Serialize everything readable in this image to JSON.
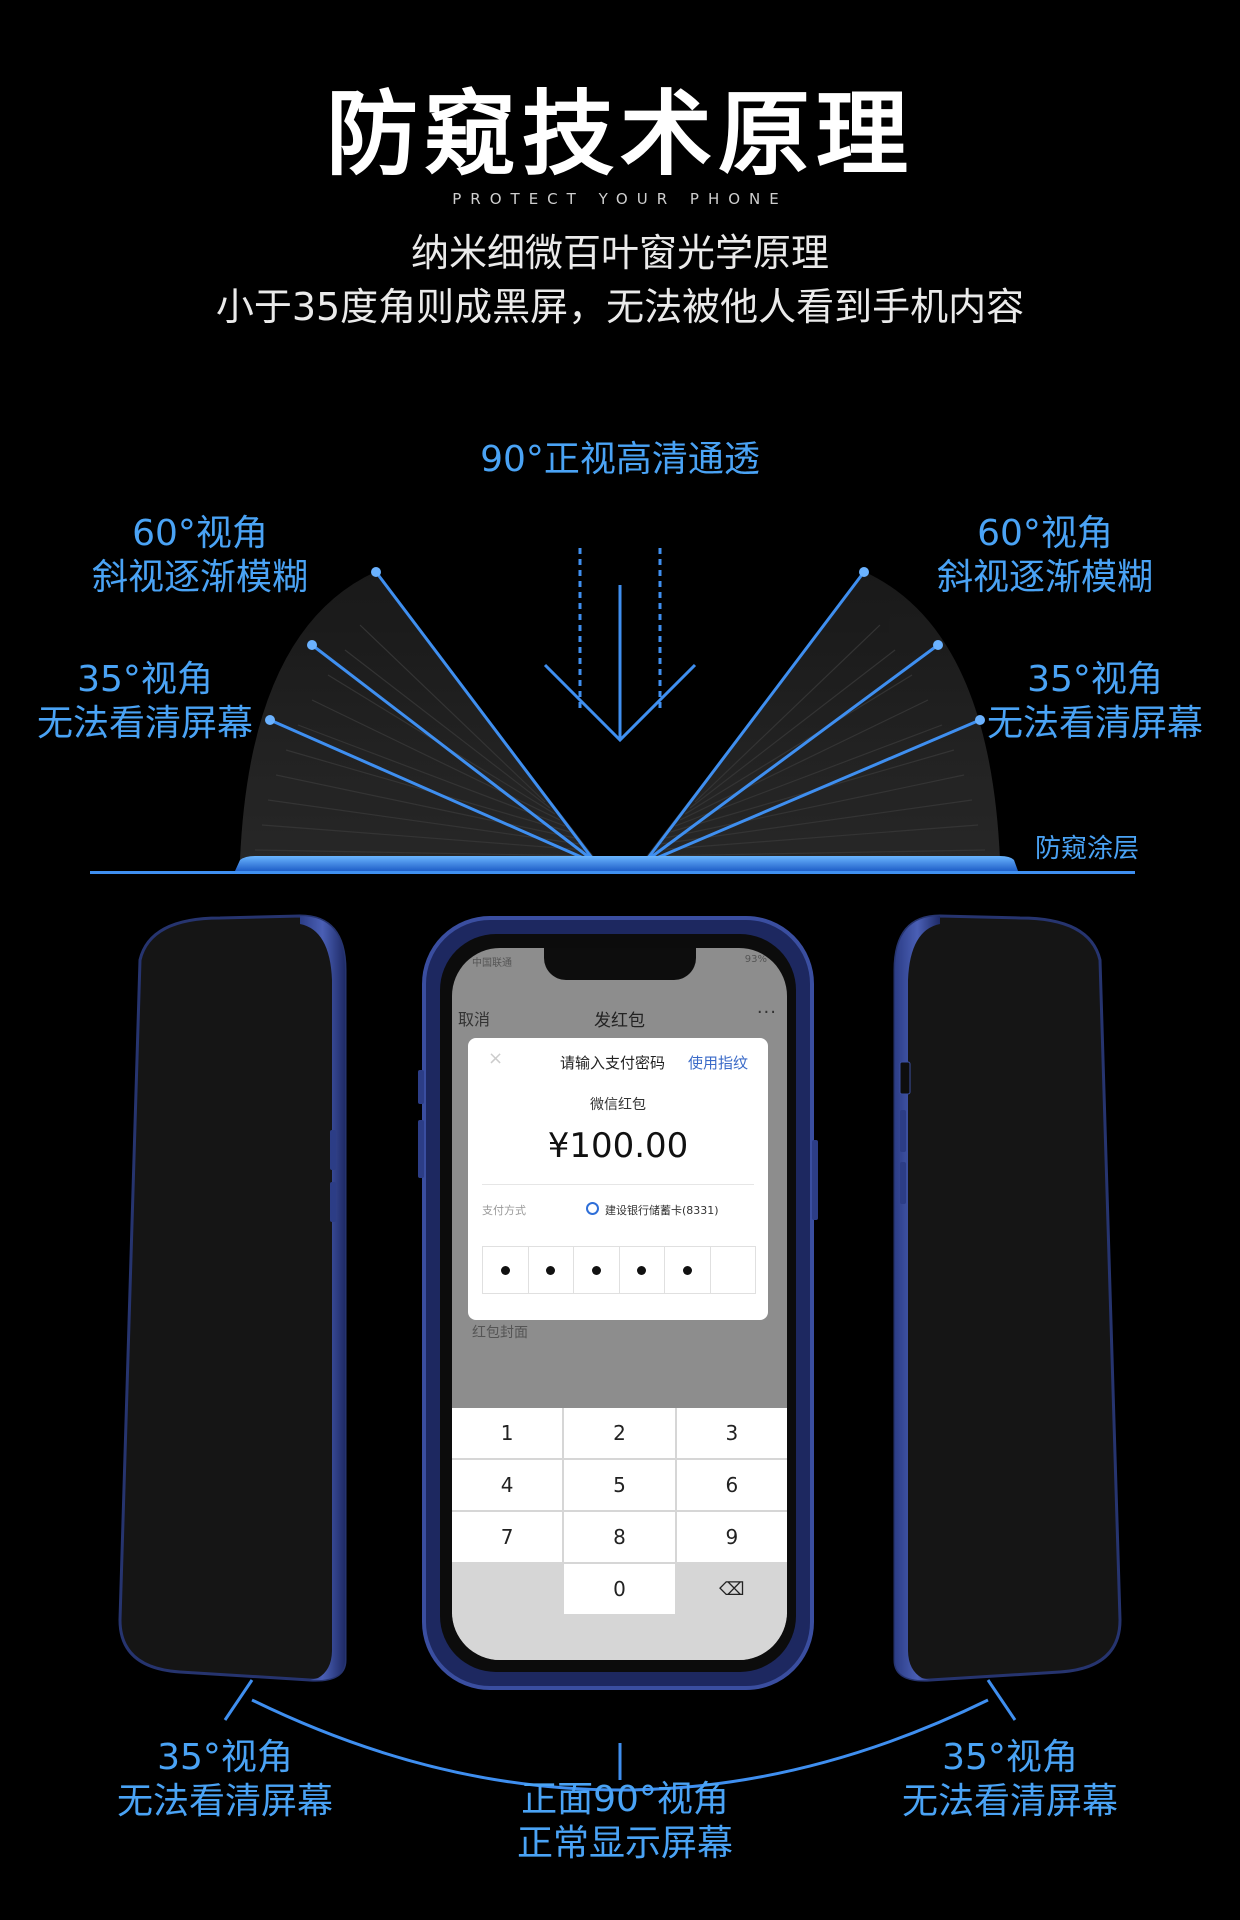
{
  "header": {
    "title": "防窥技术原理",
    "tagline": "PROTECT YOUR PHONE",
    "subtitle_line1": "纳米细微百叶窗光学原理",
    "subtitle_line2": "小于35度角则成黑屏，无法被他人看到手机内容"
  },
  "diagram": {
    "top_label": "90°正视高清通透",
    "left_60": {
      "line1": "60°视角",
      "line2": "斜视逐渐模糊"
    },
    "right_60": {
      "line1": "60°视角",
      "line2": "斜视逐渐模糊"
    },
    "left_35": {
      "line1": "35°视角",
      "line2": "无法看清屏幕"
    },
    "right_35": {
      "line1": "35°视角",
      "line2": "无法看清屏幕"
    },
    "coating_label": "防窥涂层",
    "accent_color": "#3f8ff0"
  },
  "phone_screen": {
    "status_left": "中国联通",
    "status_right": "93%",
    "nav": {
      "cancel": "取消",
      "title": "发红包",
      "more": "···"
    },
    "dialog": {
      "close": "×",
      "prompt": "请输入支付密码",
      "fingerprint": "使用指纹",
      "name": "微信红包",
      "amount": "¥100.00",
      "pay_label": "支付方式",
      "card": "建设银行储蓄卡(8331)",
      "pin_filled": 5,
      "pin_total": 6
    },
    "behind_row": "红包封面",
    "keypad": [
      "1",
      "2",
      "3",
      "4",
      "5",
      "6",
      "7",
      "8",
      "9",
      "",
      "0",
      "⌫"
    ]
  },
  "bottom": {
    "left": {
      "line1": "35°视角",
      "line2": "无法看清屏幕"
    },
    "center": {
      "line1": "正面90°视角",
      "line2": "正常显示屏幕"
    },
    "right": {
      "line1": "35°视角",
      "line2": "无法看清屏幕"
    }
  }
}
